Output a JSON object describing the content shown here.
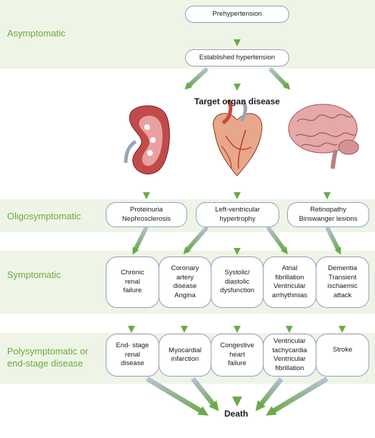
{
  "stages": {
    "asymptomatic": "Asymptomatic",
    "oligosymptomatic": "Oligosymptomatic",
    "symptomatic": "Symptomatic",
    "polysymptomatic": "Polysymptomatic or\nend-stage disease"
  },
  "nodes": {
    "prehypertension": "Prehypertension",
    "established_hypertension": "Established hypertension",
    "target_organ_disease": "Target organ disease",
    "proteinuria": "Proteinuria\nNephrosclerosis",
    "lvh": "Left-ventricular\nhypertrophy",
    "retinopathy": "Retinopathy\nBinswanger lesions",
    "chronic_renal_failure": "Chronic\nrenal\nfailure",
    "coronary": "Coronary\nartery\ndisease\nAngina",
    "systolic": "Systolic/\ndiastolic\ndysfunction",
    "atrial": "Atrial\nfibrillation\nVentricular\narrhythmias",
    "dementia": "Dementia\nTransient\nischaemic\nattack",
    "end_stage_renal": "End- stage\nrenal\ndisease",
    "mi": "Myocardial\ninfarction",
    "chf": "Congestive\nheart\nfailure",
    "vt": "Ventricular\ntachycardia\nVentricular\nfibrillation",
    "stroke": "Stroke",
    "death": "Death"
  },
  "organs": {
    "kidney": "kidney-icon",
    "heart": "heart-icon",
    "brain": "brain-icon"
  },
  "colors": {
    "band": "#eef5e6",
    "stage_text": "#6aaa3a",
    "arrow_top": "#aab6cc",
    "arrow_bottom": "#7ab25a",
    "box_border": "#8fa0b6"
  }
}
